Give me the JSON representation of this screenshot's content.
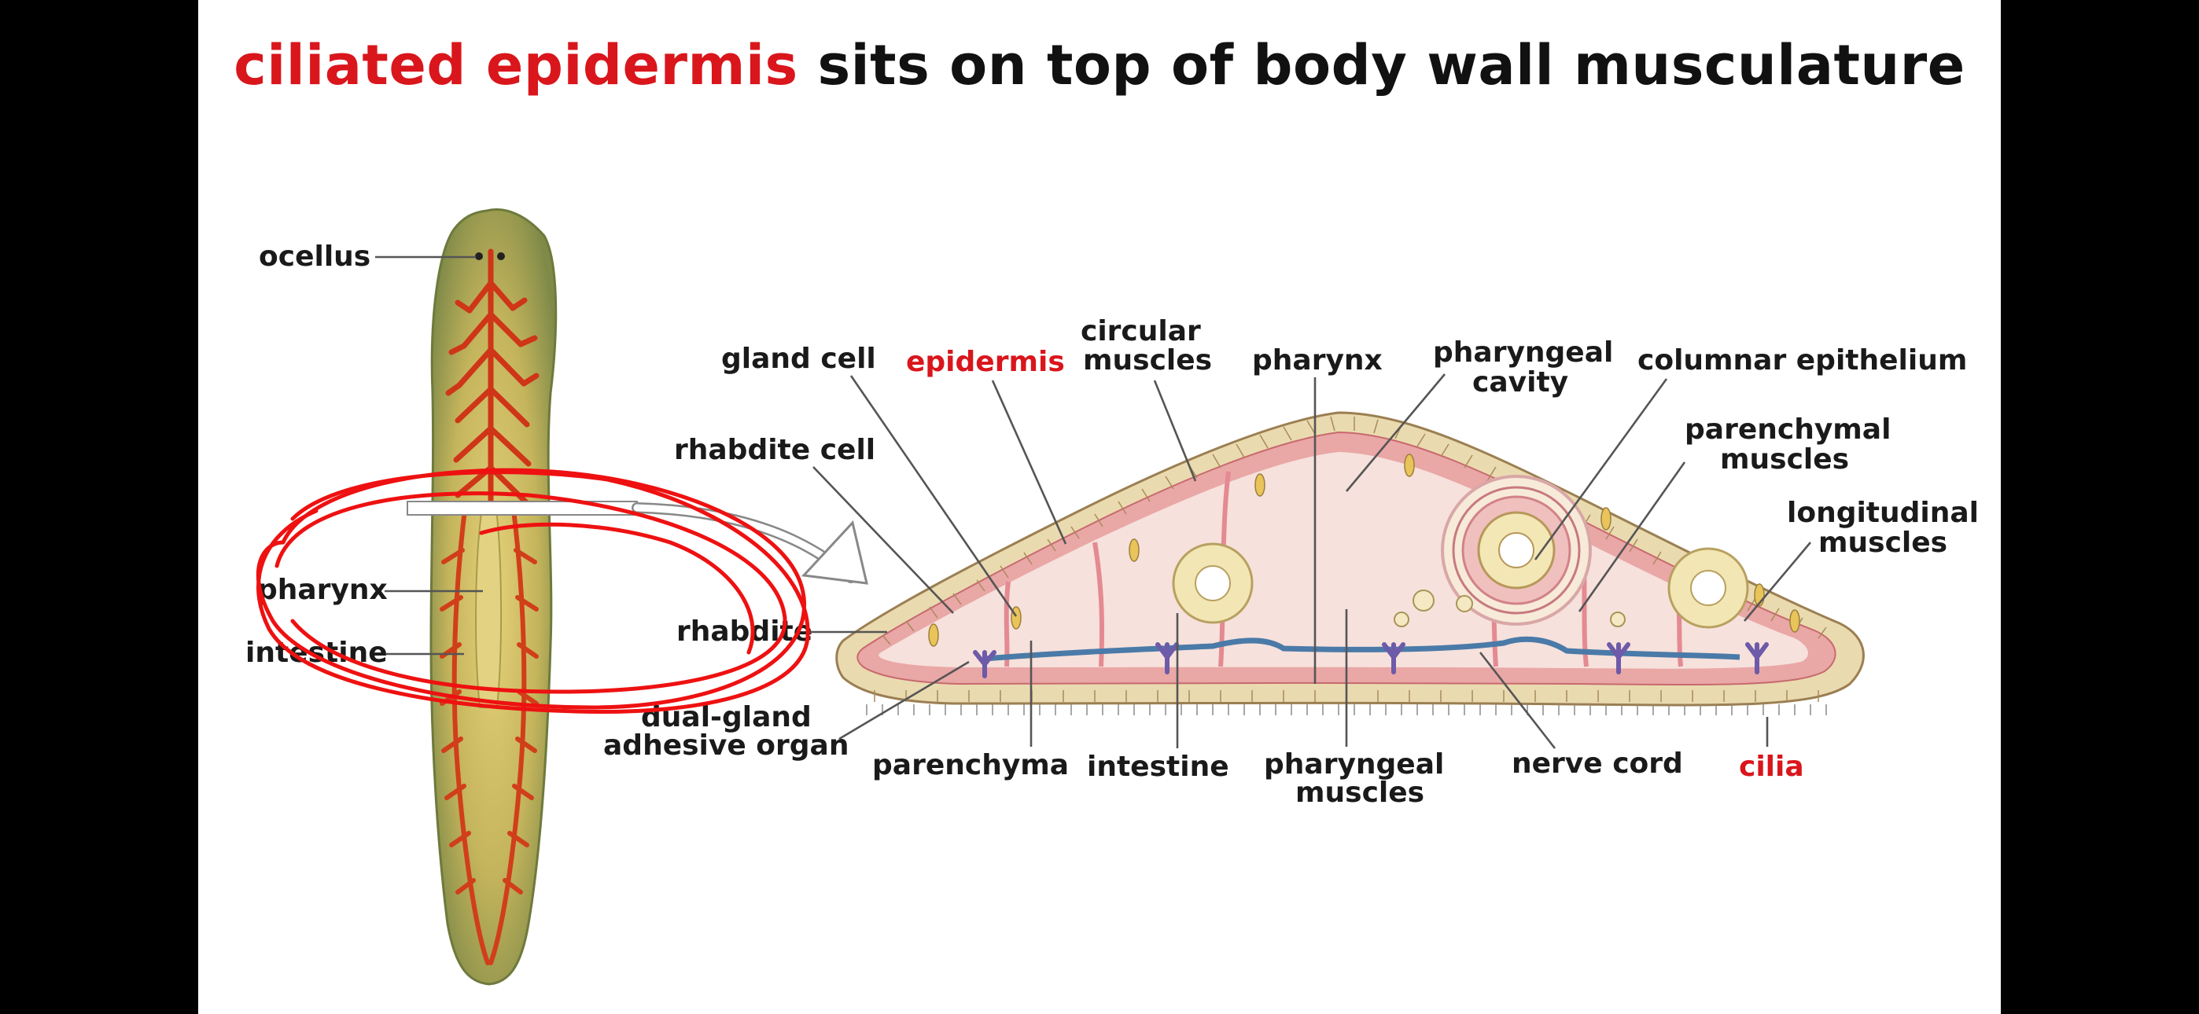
{
  "slide": {
    "title_highlight": "ciliated epidermis",
    "title_rest": " sits on top of body wall musculature"
  },
  "left_labels": {
    "ocellus": "ocellus",
    "pharynx": "pharynx",
    "intestine": "intestine"
  },
  "section_labels": {
    "gland_cell": "gland cell",
    "epidermis": "epidermis",
    "circular_muscles_1": "circular",
    "circular_muscles_2": "muscles",
    "pharynx": "pharynx",
    "pharyngeal_cavity_1": "pharyngeal",
    "pharyngeal_cavity_2": "cavity",
    "columnar_epithelium": "columnar epithelium",
    "rhabdite_cell": "rhabdite cell",
    "parenchymal_muscles_1": "parenchymal",
    "parenchymal_muscles_2": "muscles",
    "longitudinal_muscles_1": "longitudinal",
    "longitudinal_muscles_2": "muscles",
    "rhabdite": "rhabdite",
    "dual_gland_1": "dual-gland",
    "dual_gland_2": "adhesive organ",
    "parenchyma": "parenchyma",
    "intestine": "intestine",
    "pharyngeal_muscles_1": "pharyngeal",
    "pharyngeal_muscles_2": "muscles",
    "nerve_cord": "nerve cord",
    "cilia": "cilia"
  },
  "colors": {
    "highlight_red": "#d9161c",
    "worm_body": "#a8a458",
    "intestine": "#d63a1c",
    "section_fill": "#f6e1dc",
    "epidermis": "#ecd9b0",
    "annotation_ink": "#ee1111"
  }
}
